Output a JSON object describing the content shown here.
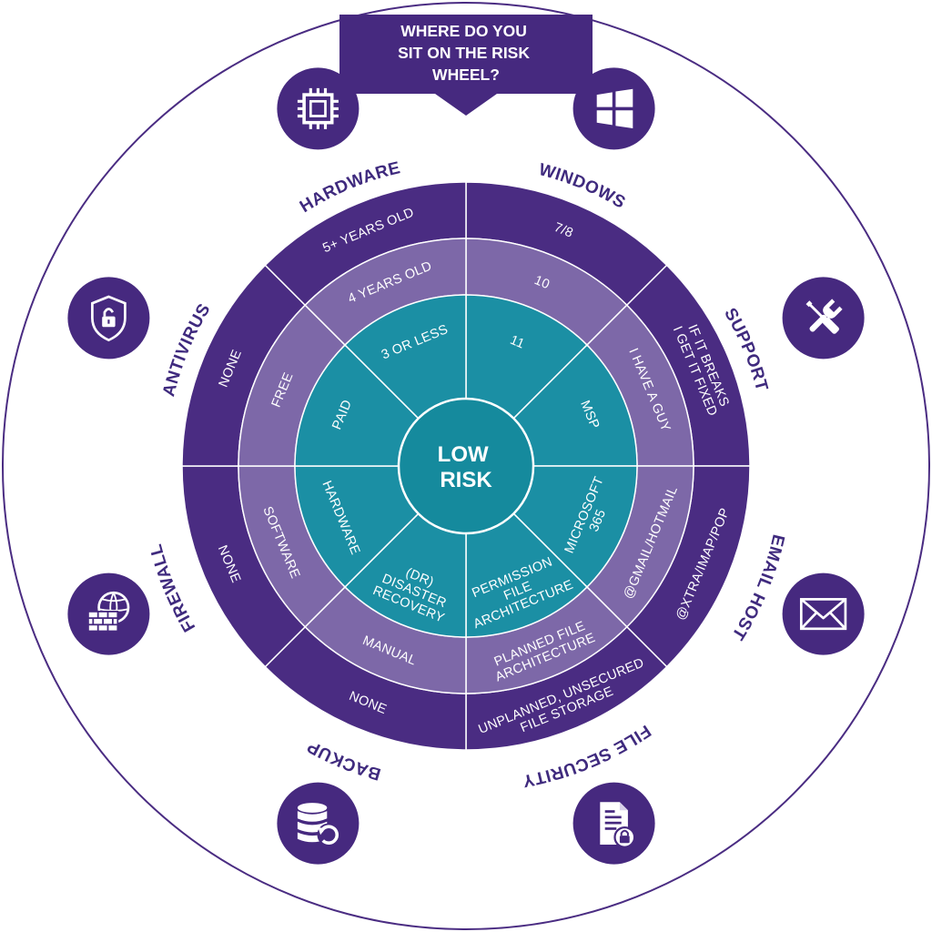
{
  "banner": {
    "lines": [
      "WHERE DO YOU",
      "SIT ON THE RISK",
      "WHEEL?"
    ]
  },
  "center": {
    "lines": [
      "LOW",
      "RISK"
    ]
  },
  "colors": {
    "outer": "#4a2c82",
    "middle": "#7d68a8",
    "inner": "#1b8fa4",
    "hub": "#158a9d",
    "icon_bg": "#46297f",
    "text_dark": "#3f2a7e"
  },
  "categories": [
    {
      "name": "WINDOWS",
      "icon": "windows-icon",
      "outer": [
        "7/8"
      ],
      "middle": [
        "10"
      ],
      "inner": [
        "11"
      ]
    },
    {
      "name": "SUPPORT",
      "icon": "tools-icon",
      "outer": [
        "IF IT BREAKS",
        "I GET IT FIXED"
      ],
      "middle": [
        "I HAVE A GUY"
      ],
      "inner": [
        "MSP"
      ]
    },
    {
      "name": "EMAIL HOST",
      "icon": "envelope-icon",
      "outer": [
        "@XTRA/IMAP/POP"
      ],
      "middle": [
        "@GMAIL/HOTMAIL"
      ],
      "inner": [
        "MICROSOFT",
        "365"
      ]
    },
    {
      "name": "FILE SECURITY",
      "icon": "secure-file-icon",
      "outer": [
        "UNPLANNED, UNSECURED",
        "FILE STORAGE"
      ],
      "middle": [
        "PLANNED FILE",
        "ARCHITECTURE"
      ],
      "inner": [
        "PERMISSION",
        "FILE",
        "ARCHITECTURE"
      ]
    },
    {
      "name": "BACKUP",
      "icon": "database-backup-icon",
      "outer": [
        "NONE"
      ],
      "middle": [
        "MANUAL"
      ],
      "inner": [
        "(DR)",
        "DISASTER",
        "RECOVERY"
      ]
    },
    {
      "name": "FIREWALL",
      "icon": "firewall-icon",
      "outer": [
        "NONE"
      ],
      "middle": [
        "SOFTWARE"
      ],
      "inner": [
        "HARDWARE"
      ]
    },
    {
      "name": "ANTIVIRUS",
      "icon": "shield-lock-icon",
      "outer": [
        "NONE"
      ],
      "middle": [
        "FREE"
      ],
      "inner": [
        "PAID"
      ]
    },
    {
      "name": "HARDWARE",
      "icon": "cpu-chip-icon",
      "outer": [
        "5+ YEARS OLD"
      ],
      "middle": [
        "4 YEARS OLD"
      ],
      "inner": [
        "3 OR LESS"
      ]
    }
  ]
}
